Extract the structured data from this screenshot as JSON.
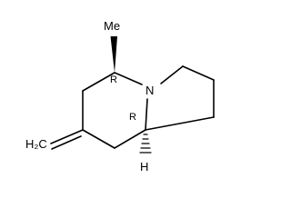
{
  "molecule": {
    "atoms": {
      "methyl": "Me",
      "nitrogen": "N",
      "hydrogen": "H",
      "methylene": "H₂C"
    },
    "stereo_labels": {
      "c5": "R",
      "c8a": "R"
    }
  },
  "colors": {
    "bond": "#000000",
    "background": "#ffffff"
  }
}
